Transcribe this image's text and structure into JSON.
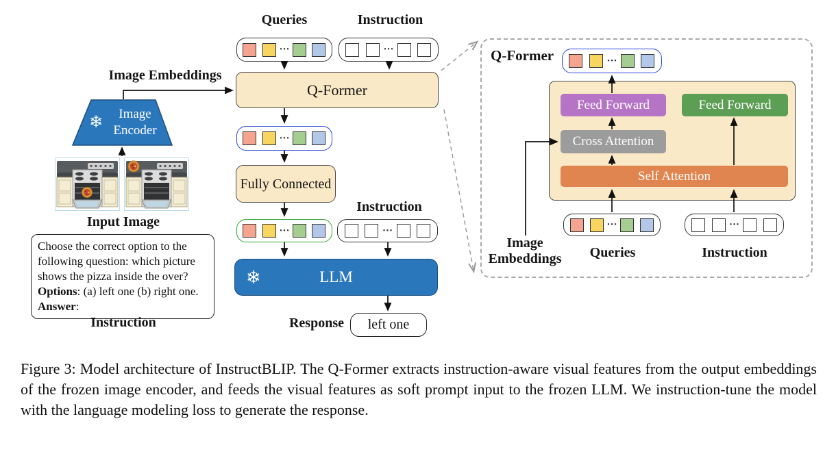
{
  "diagram": {
    "left": {
      "image_embeddings_label": "Image Embeddings",
      "image_encoder_label": "Image Encoder",
      "input_image_label": "Input Image",
      "instruction_box": {
        "question": "Choose the correct option to the following question: which picture shows the pizza inside the over?",
        "options_label": "Options",
        "options_text": ": (a) left one (b) right one.",
        "answer_label": "Answer",
        "answer_text": ":"
      },
      "instruction_label": "Instruction"
    },
    "middle": {
      "queries_label": "Queries",
      "instruction_label_top": "Instruction",
      "qformer_label": "Q-Former",
      "fully_connected_label": "Fully Connected",
      "instruction_label_mid": "Instruction",
      "llm_label": "LLM",
      "response_label": "Response",
      "response_text": "left one"
    },
    "panel": {
      "title": "Q-Former",
      "feed_forward_left_label": "Feed Forward",
      "feed_forward_right_label": "Feed Forward",
      "cross_attention_label": "Cross Attention",
      "self_attention_label": "Self Attention",
      "image_embeddings_label": "Image Embeddings",
      "queries_label": "Queries",
      "instruction_label": "Instruction"
    },
    "icons": {
      "snowflake": "❄"
    },
    "tokens": {
      "ellipsis": "···",
      "query_colors": [
        "#F5A58F",
        "#F8D55E",
        "#A5CD92",
        "#B3C7E8"
      ],
      "instruction_colors": [
        "#FFFFFF",
        "#FFFFFF",
        "#FFFFFF",
        "#FFFFFF"
      ]
    },
    "colors": {
      "box_tan": "#FAE9C6",
      "frozen_blue": "#2B77BC",
      "feed_forward_purple": "#B574C6",
      "feed_forward_green": "#5C9E54",
      "cross_attention_gray": "#9C9C9C",
      "self_attention_orange": "#E0854F",
      "query_row_border_blue": "#2B45E0",
      "output_row_border_green": "#2FA52F"
    }
  },
  "caption": "Figure 3: Model architecture of InstructBLIP. The Q-Former extracts instruction-aware visual features from the output embeddings of the frozen image encoder, and feeds the visual features as soft prompt input to the frozen LLM. We instruction-tune the model with the language modeling loss to generate the response."
}
